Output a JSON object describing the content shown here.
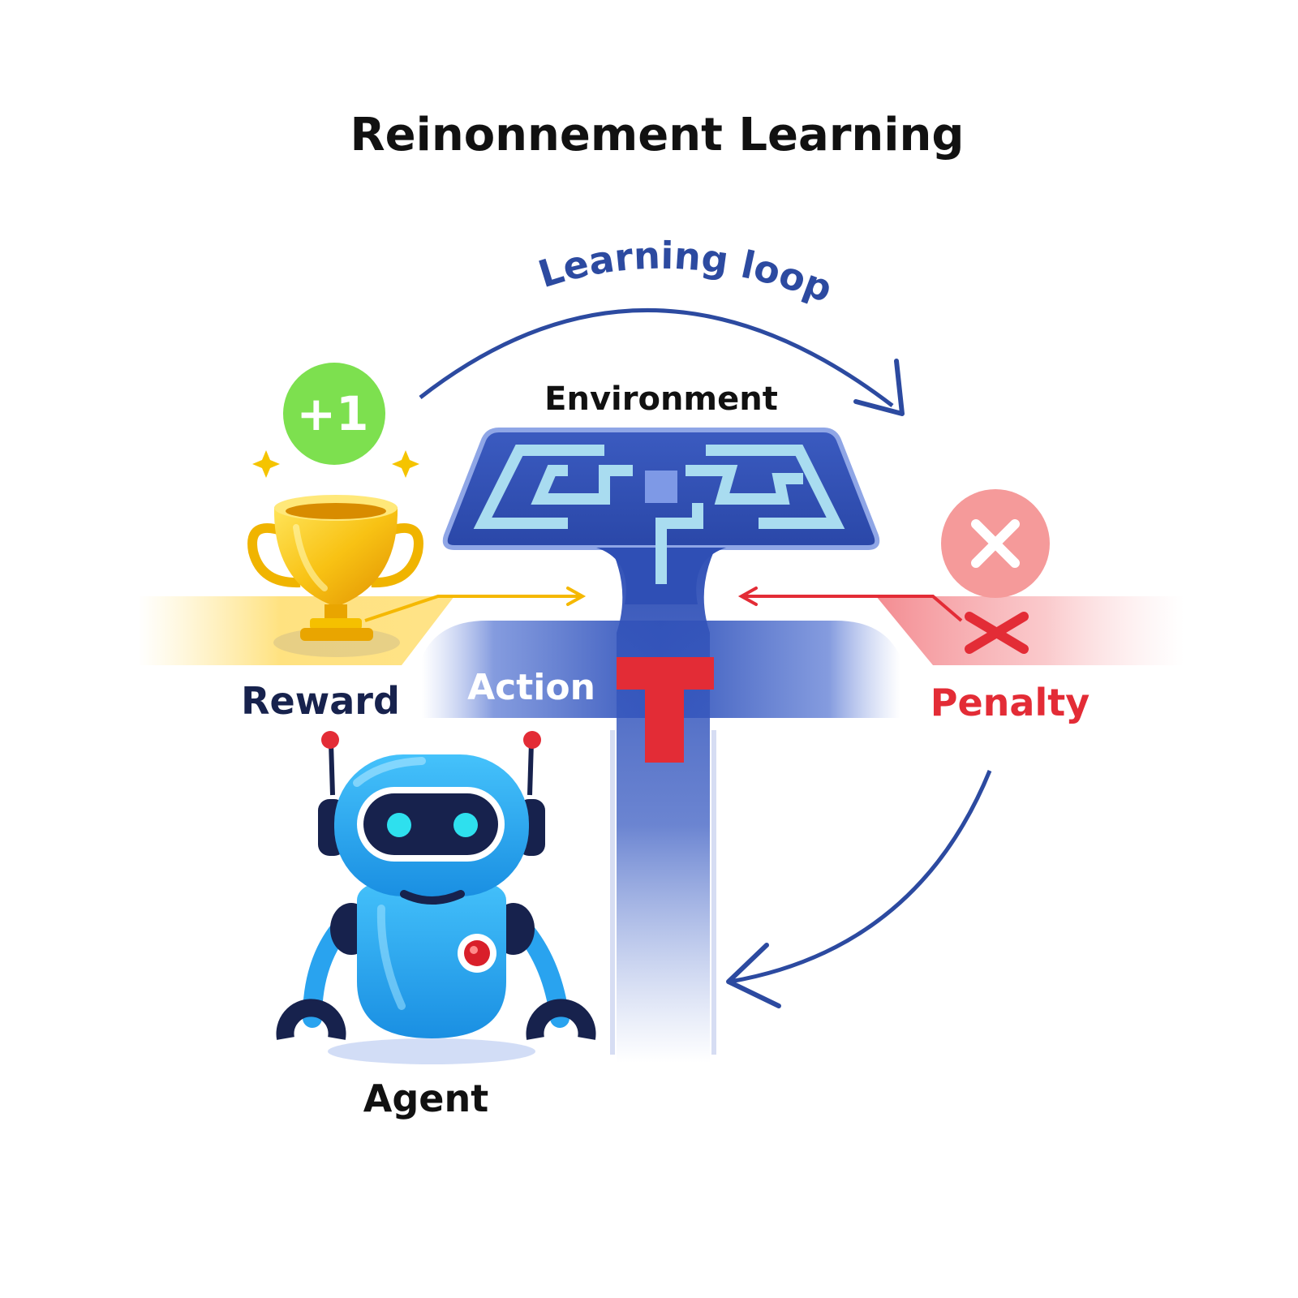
{
  "title": "Reinonnement Learning",
  "loop_label": "Learning loop",
  "labels": {
    "environment": "Environment",
    "action": "Action",
    "reward": "Reward",
    "penalty": "Penalty",
    "agent": "Agent"
  },
  "reward_badge": "+1",
  "colors": {
    "title": "#111111",
    "loop": "#2c4aa0",
    "environment": "#2f4fb5",
    "maze_path": "#a9dcf0",
    "reward": "#f5b800",
    "reward_badge": "#7de04f",
    "penalty": "#e32c36",
    "penalty_badge": "#f59a9a",
    "robot": "#29a3ef",
    "robot_dark": "#17224d",
    "robot_eye": "#2ee0ee"
  },
  "icons": {
    "reward": "trophy-icon",
    "penalty": "x-icon",
    "agent": "robot-icon",
    "environment": "maze-icon"
  }
}
